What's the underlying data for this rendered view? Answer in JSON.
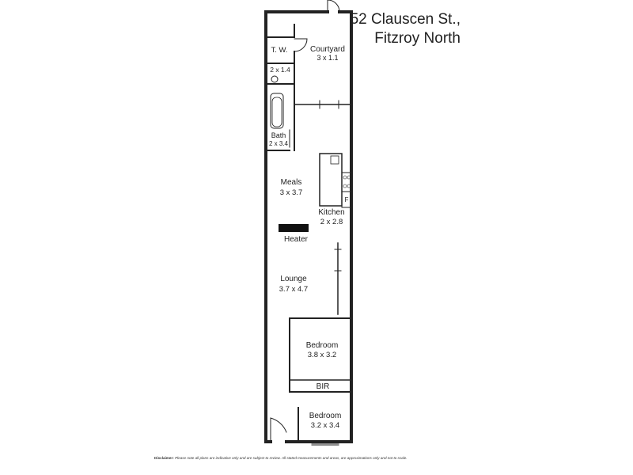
{
  "address": {
    "line1": "52 Clauscen St.,",
    "line2": "Fitzroy North"
  },
  "rooms": {
    "courtyard": {
      "name": "Courtyard",
      "dims": "3 x 1.1"
    },
    "tw": {
      "name": "T. W."
    },
    "small": {
      "dims": "2 x 1.4"
    },
    "bath": {
      "name": "Bath",
      "dims": "2 x 3.4"
    },
    "meals": {
      "name": "Meals",
      "dims": "3 x 3.7"
    },
    "kitchen": {
      "name": "Kitchen",
      "dims": "2 x 2.8"
    },
    "heater": {
      "name": "Heater"
    },
    "lounge": {
      "name": "Lounge",
      "dims": "3.7 x 4.7"
    },
    "bedroom1": {
      "name": "Bedroom",
      "dims": "3.8 x 3.2"
    },
    "bir": {
      "name": "BIR"
    },
    "bedroom2": {
      "name": "Bedroom",
      "dims": "3.2 x 3.4"
    },
    "fridge": {
      "label": "F"
    }
  },
  "disclaimer": {
    "label": "Disclaimer:",
    "text": "Please note all plans are indicative only and are subject to review. All stated measurements and areas, are approximations only and not to scale."
  }
}
